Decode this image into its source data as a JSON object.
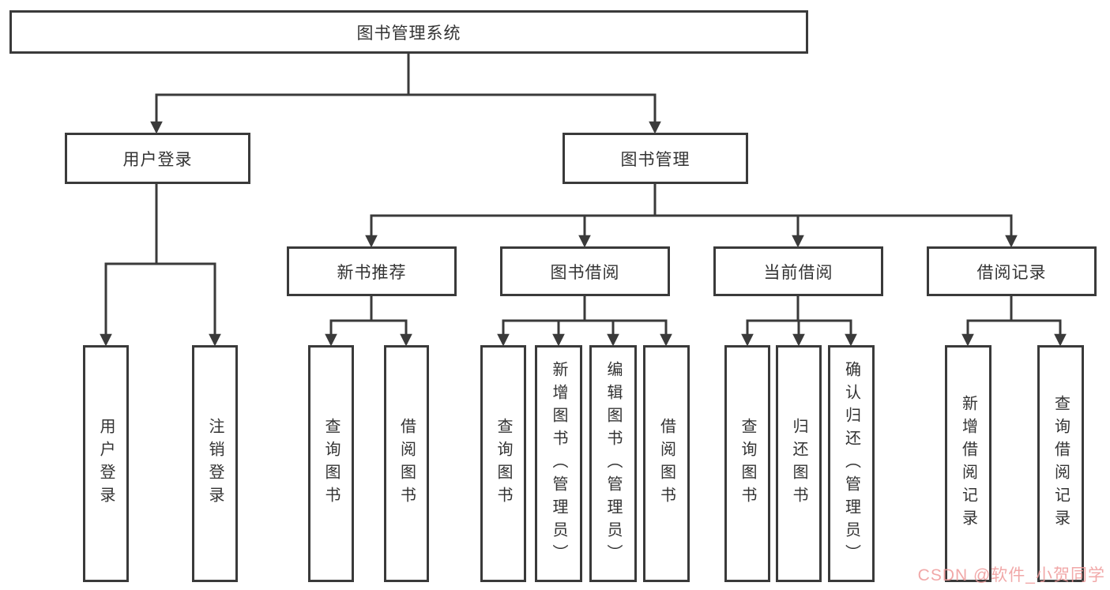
{
  "diagram": {
    "title": "图书管理系统",
    "root": {
      "label": "图书管理系统"
    },
    "branches": [
      {
        "label": "用户登录",
        "children": [
          {
            "label": "用户登录"
          },
          {
            "label": "注销登录"
          }
        ]
      },
      {
        "label": "图书管理",
        "children": [
          {
            "label": "新书推荐",
            "children": [
              {
                "label": "查询图书"
              },
              {
                "label": "借阅图书"
              }
            ]
          },
          {
            "label": "图书借阅",
            "children": [
              {
                "label": "查询图书"
              },
              {
                "label": "新增图书（管理员）"
              },
              {
                "label": "编辑图书（管理员）"
              },
              {
                "label": "借阅图书"
              }
            ]
          },
          {
            "label": "当前借阅",
            "children": [
              {
                "label": "查询图书"
              },
              {
                "label": "归还图书"
              },
              {
                "label": "确认归还（管理员）"
              }
            ]
          },
          {
            "label": "借阅记录",
            "children": [
              {
                "label": "新增借阅记录"
              },
              {
                "label": "查询借阅记录"
              }
            ]
          }
        ]
      }
    ]
  },
  "watermark": {
    "text": "CSDN @软件_小贺同学",
    "color": "#ee9999"
  },
  "colors": {
    "line": "#3a3a3a",
    "text": "#333333",
    "background": "#ffffff"
  }
}
